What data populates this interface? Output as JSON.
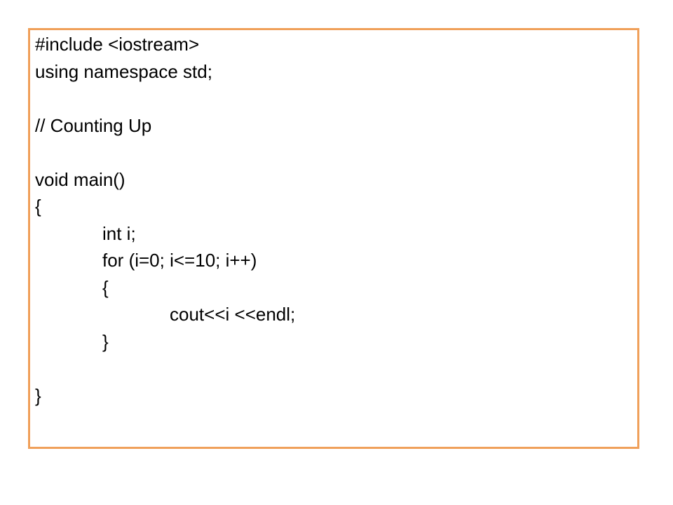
{
  "code": {
    "lines": [
      {
        "text": "#include <iostream>",
        "indent": 0
      },
      {
        "text": "using namespace std;",
        "indent": 0
      },
      {
        "text": "",
        "indent": 0
      },
      {
        "text": "// Counting Up",
        "indent": 0
      },
      {
        "text": "",
        "indent": 0
      },
      {
        "text": "void main()",
        "indent": 0
      },
      {
        "text": "{",
        "indent": 0
      },
      {
        "text": "int i;",
        "indent": 1
      },
      {
        "text": "for (i=0; i<=10; i++)",
        "indent": 1
      },
      {
        "text": "{",
        "indent": 1
      },
      {
        "text": "cout<<i <<endl;",
        "indent": 2
      },
      {
        "text": "}",
        "indent": 1
      },
      {
        "text": "",
        "indent": 0
      },
      {
        "text": "}",
        "indent": 0
      }
    ]
  },
  "colors": {
    "border": "#f0a05a",
    "text": "#000000",
    "background": "#ffffff"
  }
}
